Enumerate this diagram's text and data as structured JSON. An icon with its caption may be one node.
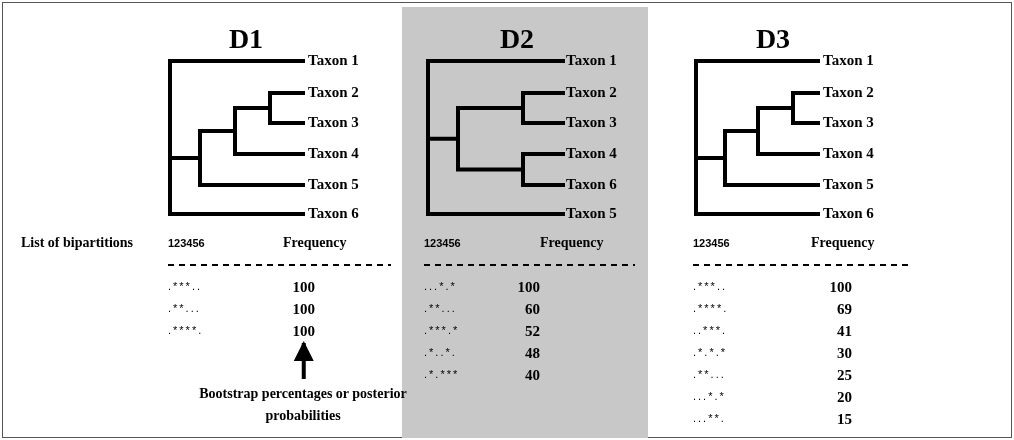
{
  "diagram": {
    "nodes": [
      {
        "text": [
          "Bootstrap percentages or posterior probabilities"
        ]
      },
      {
        "text": [
          "100"
        ]
      }
    ],
    "edges": [
      {
        "from": 0,
        "to": 1,
        "arrow": "to"
      }
    ],
    "labels": [
      "D1",
      "Taxon 1",
      "Taxon 2",
      "Taxon 3",
      "Taxon 4",
      "Taxon 5",
      "Taxon 6",
      "List of bipartitions",
      "123456",
      "Frequency",
      ".***..",
      "100",
      ".**...",
      "100",
      ".****.",
      "D2",
      "Taxon 1",
      "Taxon 2",
      "Taxon 3",
      "Taxon 4",
      "Taxon 6",
      "Taxon 5",
      "123456",
      "Frequency",
      "...*.*",
      "100",
      ".**...",
      "60",
      ".***.*",
      "52",
      ".*..*.",
      "48",
      ".*.***",
      "40",
      "D3",
      "Taxon 1",
      "Taxon 2",
      "Taxon 3",
      "Taxon 4",
      "Taxon 5",
      "Taxon 6",
      "123456",
      "Frequency",
      ".***..",
      "100",
      ".****.",
      "69",
      "..***.",
      "41",
      ".*.*.*",
      "30",
      ".**...",
      "25",
      "...*.*",
      "20",
      "...**.",
      "15"
    ]
  }
}
